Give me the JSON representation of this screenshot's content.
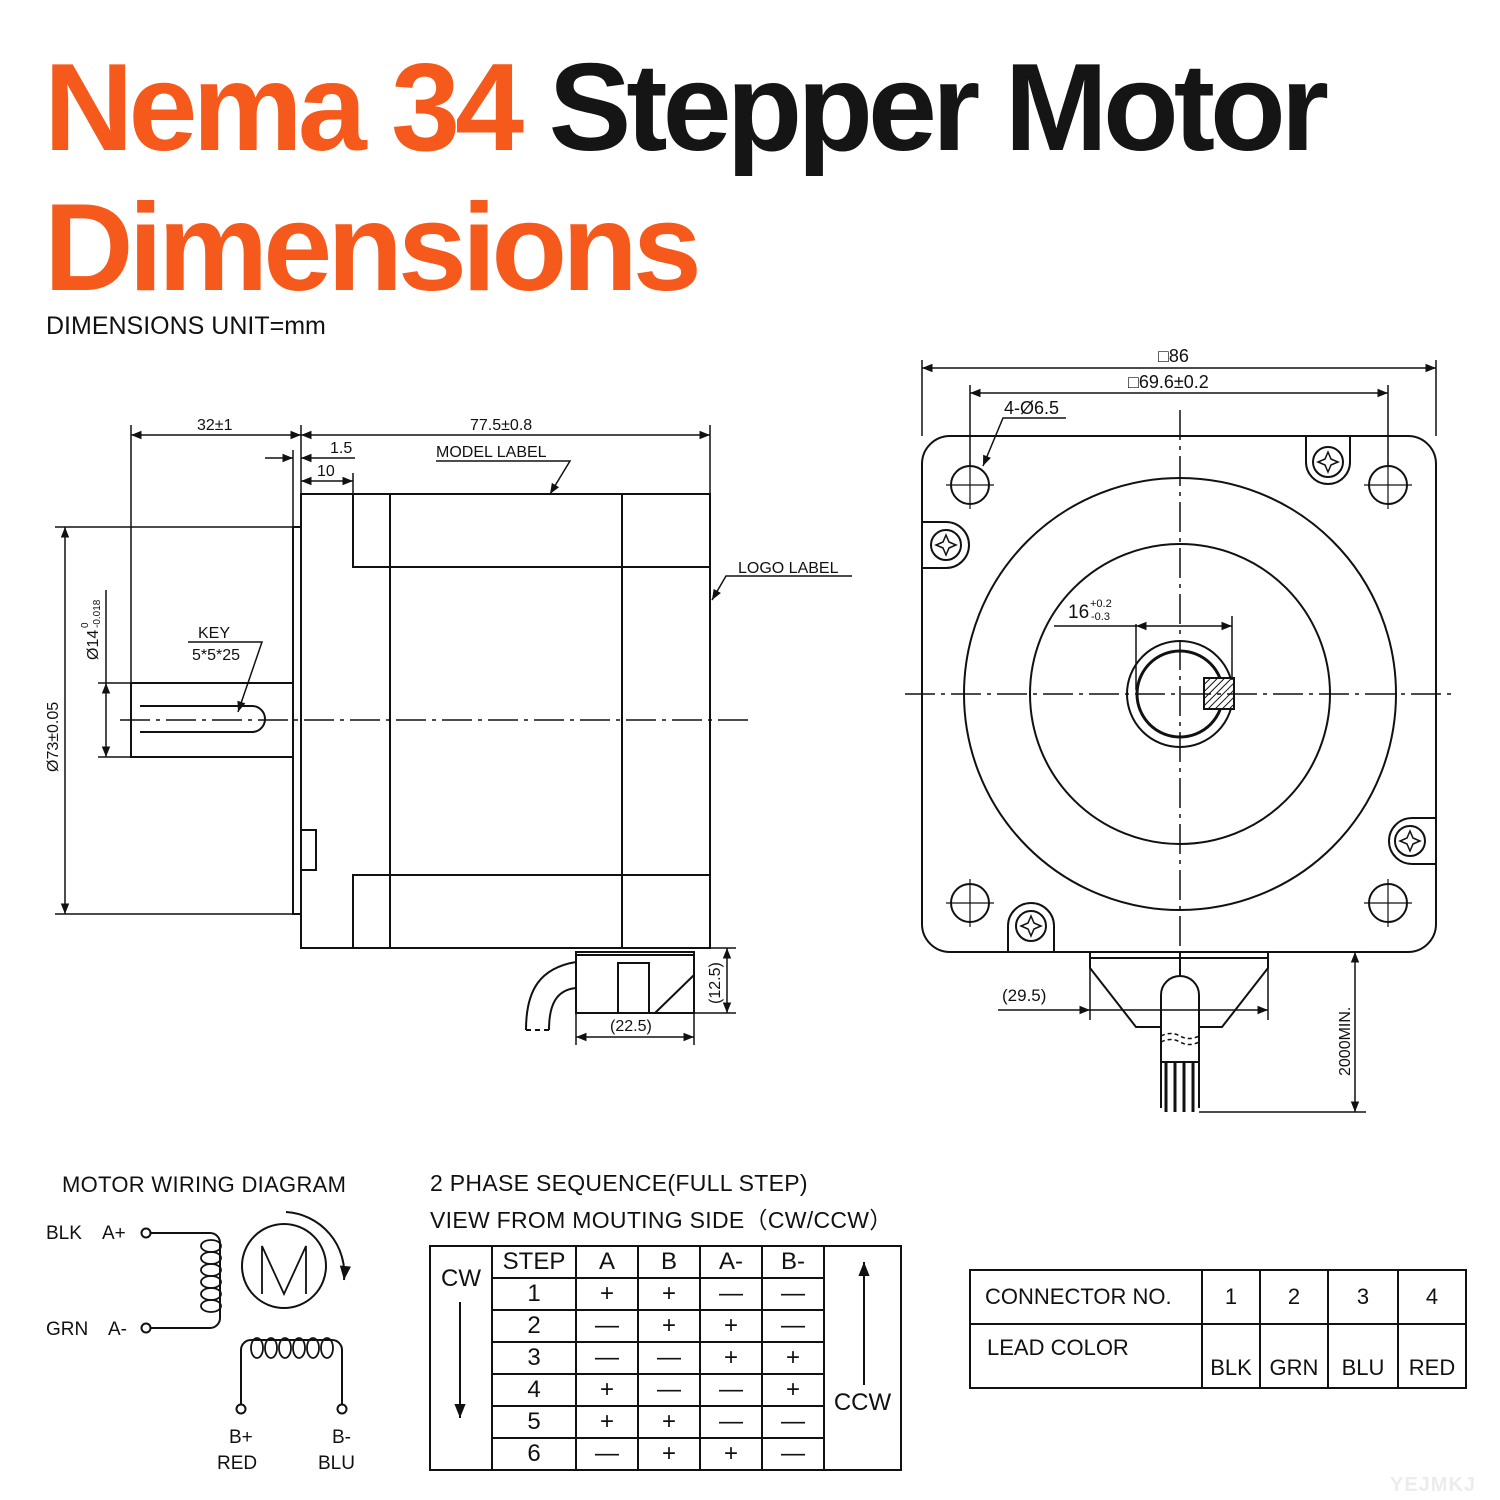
{
  "header": {
    "title_orange_1": "Nema 34",
    "title_dark": "Stepper Motor",
    "title_orange_2": "Dimensions",
    "unit_note": "DIMENSIONS UNIT=mm",
    "accent_color": "#f55a1c"
  },
  "side_view": {
    "shaft_length": "32±1",
    "body_length": "77.5±0.8",
    "flange_gap": "1.5",
    "flange_thickness": "10",
    "model_label": "MODEL LABEL",
    "logo_label": "LOGO LABEL",
    "key_label": "KEY",
    "key_size": "5*5*25",
    "shaft_diameter": "Ø14",
    "shaft_tol_upper": "0",
    "shaft_tol_lower": "-0.018",
    "pilot_diameter": "Ø73±0.05",
    "connector_height": "(12.5)",
    "connector_width": "(22.5)"
  },
  "front_view": {
    "square_size": "□86",
    "hole_spacing": "□69.6±0.2",
    "hole_spec": "4-Ø6.5",
    "shaft_flat": "16",
    "shaft_flat_tol_upper": "+0.2",
    "shaft_flat_tol_lower": "-0.3",
    "connector_offset": "(29.5)",
    "lead_length": "2000MIN."
  },
  "wiring": {
    "title": "MOTOR WIRING  DIAGRAM",
    "motor_symbol": "M",
    "leads": [
      {
        "color": "BLK",
        "phase": "A+"
      },
      {
        "color": "GRN",
        "phase": "A-"
      },
      {
        "phase": "B+",
        "color": "RED"
      },
      {
        "phase": "B-",
        "color": "BLU"
      }
    ]
  },
  "sequence": {
    "title_1": "2 PHASE SEQUENCE(FULL STEP)",
    "title_2": "VIEW FROM MOUTING SIDE（CW/CCW）",
    "cw_label": "CW",
    "ccw_label": "CCW",
    "headers": [
      "STEP",
      "A",
      "B",
      "A-",
      "B-"
    ],
    "rows": [
      [
        "1",
        "+",
        "+",
        "—",
        "—"
      ],
      [
        "2",
        "—",
        "+",
        "+",
        "—"
      ],
      [
        "3",
        "—",
        "—",
        "+",
        "+"
      ],
      [
        "4",
        "+",
        "—",
        "—",
        "+"
      ],
      [
        "5",
        "+",
        "+",
        "—",
        "—"
      ],
      [
        "6",
        "—",
        "+",
        "+",
        "—"
      ]
    ]
  },
  "connector_table": {
    "row1_label": "CONNECTOR NO.",
    "row2_label": "LEAD COLOR",
    "numbers": [
      "1",
      "2",
      "3",
      "4"
    ],
    "colors": [
      "BLK",
      "GRN",
      "BLU",
      "RED"
    ]
  },
  "watermark": "YEJMKJ"
}
